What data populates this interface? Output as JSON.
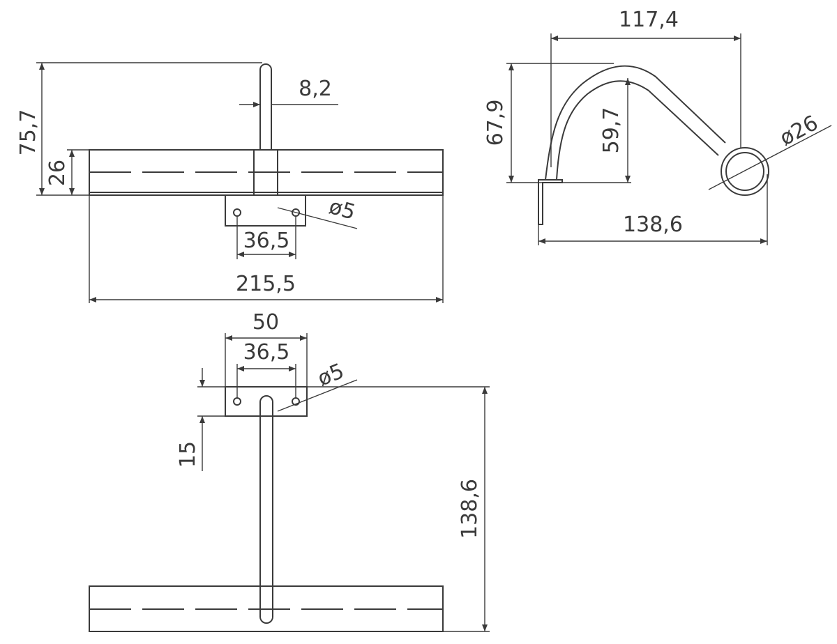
{
  "dimensions": {
    "front_height": "75,7",
    "pin_diameter": "8,2",
    "bar_height": "26",
    "hole_diameter_front": "ø5",
    "hole_spacing_front": "36,5",
    "bar_length": "215,5",
    "arm_span": "117,4",
    "arm_height_outer": "67,9",
    "arm_height_inner": "59,7",
    "lamp_diameter": "ø26",
    "arm_depth": "138,6",
    "plate_width": "50",
    "hole_spacing_top": "36,5",
    "hole_diameter_top": "ø5",
    "plate_offset": "15",
    "top_depth": "138,6"
  }
}
